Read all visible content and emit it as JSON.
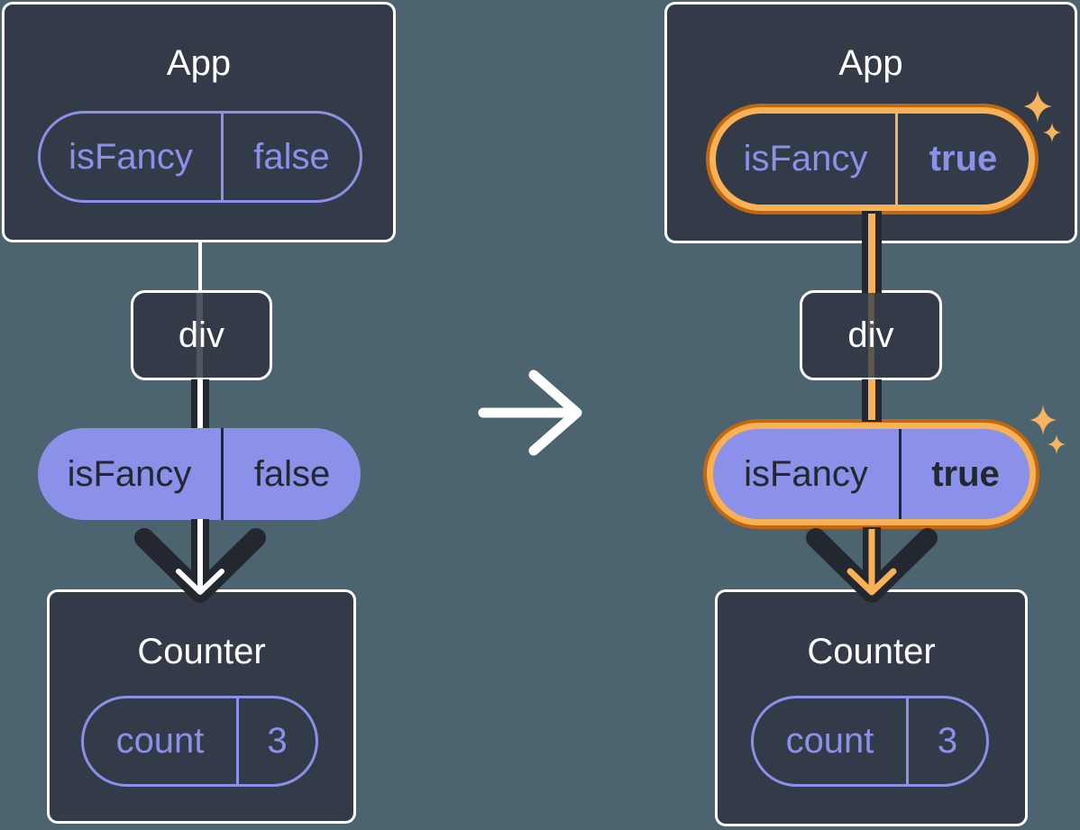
{
  "diagram": {
    "description": "React prop passing diagram: before and after isFancy state change",
    "left": {
      "app": {
        "title": "App",
        "prop_name": "isFancy",
        "prop_value": "false"
      },
      "div_label": "div",
      "passed_prop": {
        "name": "isFancy",
        "value": "false"
      },
      "counter": {
        "title": "Counter",
        "state_name": "count",
        "state_value": "3"
      }
    },
    "right": {
      "app": {
        "title": "App",
        "prop_name": "isFancy",
        "prop_value": "true"
      },
      "div_label": "div",
      "passed_prop": {
        "name": "isFancy",
        "value": "true"
      },
      "counter": {
        "title": "Counter",
        "state_name": "count",
        "state_value": "3"
      }
    },
    "icons": {
      "transition_arrow": "→",
      "sparkle": "✦"
    },
    "colors": {
      "background": "#4B6470",
      "card": "#343B48",
      "purple": "#8B90E8",
      "dark": "#23272F",
      "orange": "#C2660F",
      "orange_light": "#F8B155",
      "sparkle": "#F5B45D",
      "white": "#FFFFFF"
    }
  }
}
